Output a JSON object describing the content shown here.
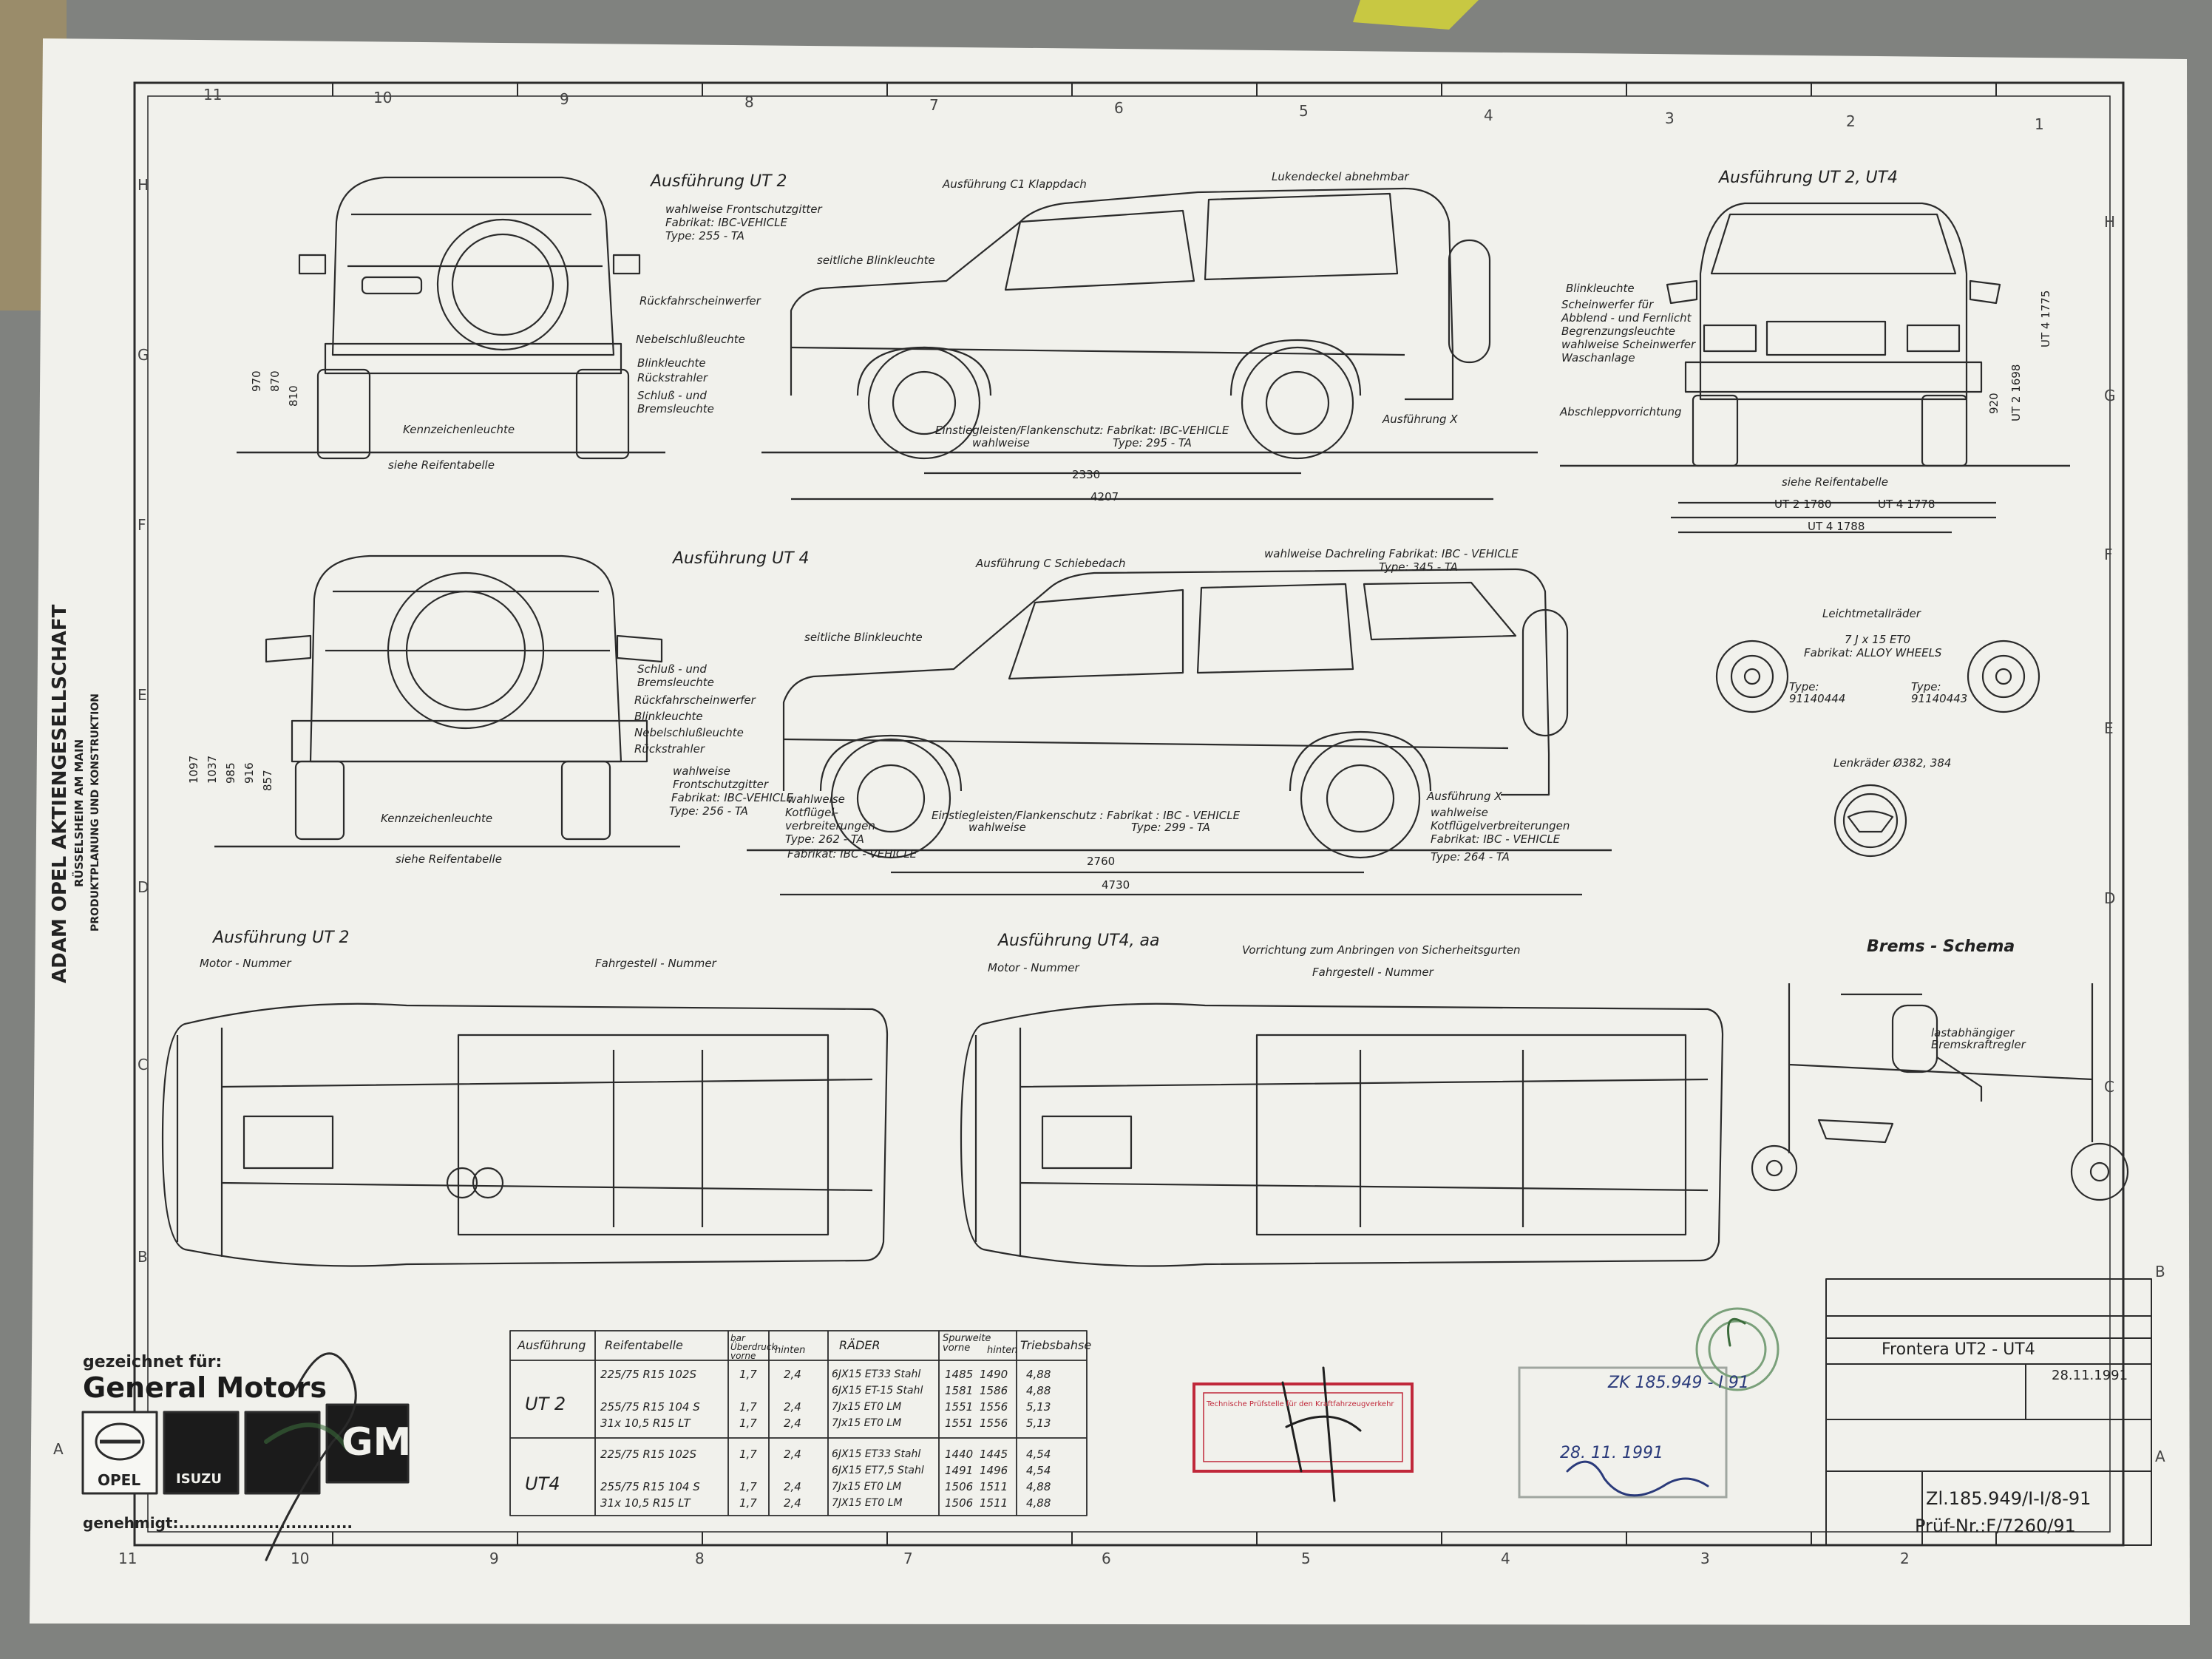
{
  "company": {
    "name": "ADAM OPEL AKTIENGESELLSCHAFT",
    "location": "RÜSSELSHEIM AM MAIN",
    "department": "PRODUKTPLANUNG UND KONSTRUKTION"
  },
  "grid": {
    "columns_top": [
      "11",
      "10",
      "9",
      "8",
      "7",
      "6",
      "5",
      "4",
      "3",
      "2",
      "1"
    ],
    "columns_bottom": [
      "11",
      "10",
      "9",
      "8",
      "7",
      "6",
      "5",
      "4",
      "3",
      "2"
    ],
    "rows_left": [
      "H",
      "G",
      "F",
      "E",
      "D",
      "C",
      "B",
      "A"
    ],
    "rows_right": [
      "H",
      "G",
      "F",
      "E",
      "D",
      "C",
      "B",
      "A"
    ]
  },
  "top_row": {
    "rear_view_title": "Ausführung  UT 2",
    "rear_labels": [
      "wahlweise Frontschutzgitter",
      "Fabrikat: IBC-VEHICLE",
      "Type: 255 - TA",
      "Rückfahrscheinwerfer",
      "Nebelschlußleuchte",
      "Blinkleuchte",
      "Rückstrahler",
      "Schluß - und",
      "Bremsleuchte",
      "Kennzeichenleuchte",
      "siehe Reifentabelle"
    ],
    "rear_dims": [
      "970",
      "870",
      "810"
    ],
    "side_labels": [
      "Ausführung  C1 Klappdach",
      "Lukendeckel  abnehmbar",
      "seitliche  Blinkleuchte",
      "Einstiegleisten/Flankenschutz: Fabrikat: IBC-VEHICLE",
      "wahlweise",
      "Type: 295 - TA",
      "Ausführung  X"
    ],
    "side_dims": [
      "2330",
      "4207"
    ],
    "front_view_title": "Ausführung  UT 2, UT4",
    "front_labels": [
      "Blinkleuchte",
      "Scheinwerfer  für",
      "Abblend - und Fernlicht",
      "Begrenzungsleuchte",
      "wahlweise Scheinwerfer",
      "Waschanlage",
      "Abschleppvorrichtung",
      "siehe  Reifentabelle"
    ],
    "front_dims": [
      "UT 4  1775",
      "UT 2  1698",
      "920",
      "UT 2   1780",
      "UT 4   1778",
      "UT 4   1788"
    ]
  },
  "middle_row": {
    "rear_view_title": "Ausführung  UT 4",
    "rear_labels": [
      "Schluß - und",
      "Bremsleuchte",
      "Rückfahrscheinwerfer",
      "Blinkleuchte",
      "Nebelschlußleuchte",
      "Rückstrahler",
      "Kennzeichenleuchte",
      "siehe Reifentabelle"
    ],
    "rear_dims": [
      "1097",
      "1037",
      "985",
      "916",
      "857"
    ],
    "side_labels": [
      "Ausführung C  Schiebedach",
      "wahlweise  Dachreling  Fabrikat: IBC - VEHICLE",
      "Type: 345 - TA",
      "seitliche  Blinkleuchte",
      "wahlweise",
      "Frontschutzgitter",
      "Fabrikat: IBC-VEHICLE",
      "Type: 256 - TA",
      "wahlweise",
      "Kotflügel-",
      "verbreiterungen",
      "Type: 262 - TA",
      "Fabrikat: IBC - VEHICLE",
      "Einstiegleisten/Flankenschutz : Fabrikat : IBC - VEHICLE",
      "wahlweise",
      "Type: 299 - TA",
      "Ausführung  X",
      "wahlweise",
      "Kotflügelverbreiterungen",
      "Fabrikat: IBC - VEHICLE",
      "Type: 264 - TA"
    ],
    "side_dims": [
      "2760",
      "4730"
    ],
    "wheels_title": "Leichtmetallräder",
    "wheels_spec": "7 J x 15 ET0",
    "wheels_make": "Fabrikat: ALLOY WHEELS",
    "wheel_left_type": "Type:",
    "wheel_left_num": "91140444",
    "wheel_right_type": "Type:",
    "wheel_right_num": "91140443",
    "steering_title": "Lenkräder Ø382, 384"
  },
  "bottom_row": {
    "left_title": "Ausführung  UT 2",
    "left_labels": [
      "Motor - Nummer",
      "Fahrgestell - Nummer"
    ],
    "right_title": "Ausführung  UT4, aa",
    "right_note": "Vorrichtung  zum  Anbringen  von  Sicherheitsgurten",
    "right_labels": [
      "Motor - Nummer",
      "Fahrgestell - Nummer"
    ],
    "brake_title": "Brems - Schema",
    "brake_labels": [
      "lastabhängiger",
      "Bremskraftregler"
    ]
  },
  "drawn_for": {
    "label": "gezeichnet  für:",
    "brand": "General Motors",
    "logos": [
      "OPEL",
      "ISUZU",
      "GM"
    ],
    "approved_label": "genehmigt:..............................."
  },
  "tire_table": {
    "headers": [
      "Ausführung",
      "Reifentabelle",
      "bar Überdruck vorne",
      "hinten",
      "RÄDER",
      "Spurweite vorne",
      "hinten",
      "Triebsbahse"
    ],
    "groups": [
      {
        "variant": "UT 2",
        "rows": [
          {
            "tire": "225/75  R15     102S",
            "front": "1,7",
            "rear": "2,4",
            "wheel": "6JX15  ET33 Stahl",
            "track_f": "1485",
            "track_r": "1490",
            "note": "4,88"
          },
          {
            "tire": "",
            "front": "",
            "rear": "",
            "wheel": "6JX15  ET-15 Stahl",
            "track_f": "1581",
            "track_r": "1586",
            "note": "4,88"
          },
          {
            "tire": "255/75  R15     104 S",
            "front": "1,7",
            "rear": "2,4",
            "wheel": "7Jx15   ET0    LM",
            "track_f": "1551",
            "track_r": "1556",
            "note": "5,13"
          },
          {
            "tire": "31x 10,5   R15     LT",
            "front": "1,7",
            "rear": "2,4",
            "wheel": "7Jx15   ET0    LM",
            "track_f": "1551",
            "track_r": "1556",
            "note": "5,13"
          }
        ]
      },
      {
        "variant": "UT4",
        "rows": [
          {
            "tire": "225/75  R15     102S",
            "front": "1,7",
            "rear": "2,4",
            "wheel": "6JX15  ET33 Stahl",
            "track_f": "1440",
            "track_r": "1445",
            "note": "4,54"
          },
          {
            "tire": "",
            "front": "",
            "rear": "",
            "wheel": "6JX15  ET7,5 Stahl",
            "track_f": "1491",
            "track_r": "1496",
            "note": "4,54"
          },
          {
            "tire": "255/75  R15     104 S",
            "front": "1,7",
            "rear": "2,4",
            "wheel": "7Jx15   ET0    LM",
            "track_f": "1506",
            "track_r": "1511",
            "note": "4,88"
          },
          {
            "tire": "31x 10,5   R15     LT",
            "front": "1,7",
            "rear": "2,4",
            "wheel": "7JX15   ET0    LM",
            "track_f": "1506",
            "track_r": "1511",
            "note": "4,88"
          }
        ]
      }
    ]
  },
  "stamps": {
    "approval_number": "ZK 185.949 - I  91",
    "sign_date": "28. 11. 1991",
    "red_stamp_text": "Technische Prüfstelle für den Kraftfahrzeugverkehr"
  },
  "title_block": {
    "name": "Frontera   UT2 - UT4",
    "date": "28.11.1991",
    "drawing_number": "Zl.185.949/I-I/8-91",
    "test_number": "Prüf-Nr.:F/7260/91"
  },
  "colors": {
    "paper": "#f1f1ec",
    "line": "#2b2b2b",
    "background": "#7d7f7c",
    "stamp_red": "#c0283a",
    "ink_blue": "#2a3a7a"
  }
}
